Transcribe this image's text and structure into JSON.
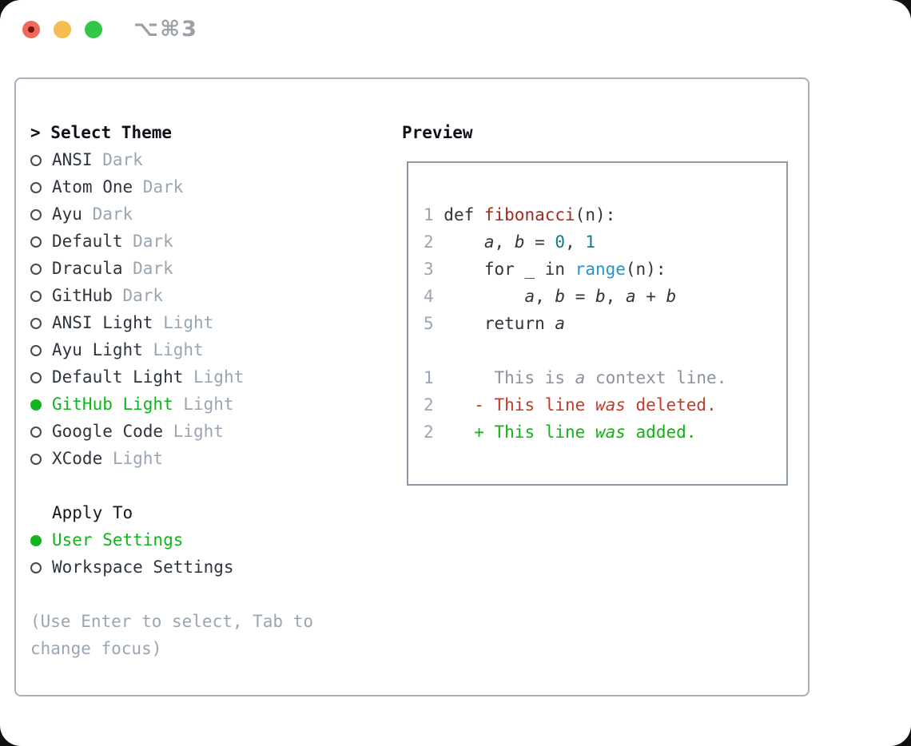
{
  "window": {
    "title": "⌥⌘3",
    "traffic_lights": [
      "close",
      "minimize",
      "zoom"
    ]
  },
  "colors": {
    "selection_green": "#12b41e",
    "muted_gray": "#9aa5b3",
    "text_dark": "#2e353c",
    "panel_border": "#a7b0bc",
    "preview_border": "#8e99a6",
    "function_red": "#a8271d",
    "number_teal": "#0e7e8a",
    "builtin_blue": "#2196ce",
    "context_gray": "#8b929b",
    "deleted_red": "#c43a22",
    "added_green": "#0fb512",
    "traffic_red": "#ee6a5e",
    "traffic_yellow": "#f5bd4f",
    "traffic_green": "#33c748"
  },
  "panel": {
    "select": {
      "prompt": "> ",
      "header": "Select Theme",
      "themes": [
        {
          "name": "ANSI",
          "variant": "Dark",
          "selected": false
        },
        {
          "name": "Atom One",
          "variant": "Dark",
          "selected": false
        },
        {
          "name": "Ayu",
          "variant": "Dark",
          "selected": false
        },
        {
          "name": "Default",
          "variant": "Dark",
          "selected": false
        },
        {
          "name": "Dracula",
          "variant": "Dark",
          "selected": false
        },
        {
          "name": "GitHub",
          "variant": "Dark",
          "selected": false
        },
        {
          "name": "ANSI Light",
          "variant": "Light",
          "selected": false
        },
        {
          "name": "Ayu Light",
          "variant": "Light",
          "selected": false
        },
        {
          "name": "Default Light",
          "variant": "Light",
          "selected": false
        },
        {
          "name": "GitHub Light",
          "variant": "Light",
          "selected": true
        },
        {
          "name": "Google Code",
          "variant": "Light",
          "selected": false
        },
        {
          "name": "XCode",
          "variant": "Light",
          "selected": false
        }
      ]
    },
    "apply_to": {
      "header": "Apply To",
      "options": [
        {
          "name": "User Settings",
          "selected": true
        },
        {
          "name": "Workspace Settings",
          "selected": false
        }
      ]
    },
    "help_lines": [
      "(Use Enter to select, Tab to",
      "change focus)"
    ],
    "preview": {
      "header": "Preview",
      "code_lines": [
        {
          "num": "1",
          "tokens": [
            {
              "t": " def ",
              "c": "fg"
            },
            {
              "t": "fibonacci",
              "c": "fn"
            },
            {
              "t": "(n):",
              "c": "fg"
            }
          ]
        },
        {
          "num": "2",
          "tokens": [
            {
              "t": "     ",
              "c": "fg"
            },
            {
              "t": "a",
              "c": "fg",
              "i": true
            },
            {
              "t": ", ",
              "c": "fg"
            },
            {
              "t": "b",
              "c": "fg",
              "i": true
            },
            {
              "t": " = ",
              "c": "fg"
            },
            {
              "t": "0",
              "c": "num"
            },
            {
              "t": ", ",
              "c": "fg"
            },
            {
              "t": "1",
              "c": "num"
            }
          ]
        },
        {
          "num": "3",
          "tokens": [
            {
              "t": "     for _ in ",
              "c": "fg"
            },
            {
              "t": "range",
              "c": "bi"
            },
            {
              "t": "(n):",
              "c": "fg"
            }
          ]
        },
        {
          "num": "4",
          "tokens": [
            {
              "t": "         ",
              "c": "fg"
            },
            {
              "t": "a",
              "c": "fg",
              "i": true
            },
            {
              "t": ", ",
              "c": "fg"
            },
            {
              "t": "b",
              "c": "fg",
              "i": true
            },
            {
              "t": " = ",
              "c": "fg"
            },
            {
              "t": "b",
              "c": "fg",
              "i": true
            },
            {
              "t": ", ",
              "c": "fg"
            },
            {
              "t": "a",
              "c": "fg",
              "i": true
            },
            {
              "t": " + ",
              "c": "fg"
            },
            {
              "t": "b",
              "c": "fg",
              "i": true
            }
          ]
        },
        {
          "num": "5",
          "tokens": [
            {
              "t": "     return ",
              "c": "fg"
            },
            {
              "t": "a",
              "c": "fg",
              "i": true
            }
          ]
        },
        {
          "num": "",
          "tokens": []
        },
        {
          "num": "1",
          "tokens": [
            {
              "t": "      This is ",
              "c": "ctx"
            },
            {
              "t": "a",
              "c": "ctx",
              "i": true
            },
            {
              "t": " context line.",
              "c": "ctx"
            }
          ]
        },
        {
          "num": "2",
          "tokens": [
            {
              "t": "    - This line ",
              "c": "del"
            },
            {
              "t": "was",
              "c": "del",
              "i": true
            },
            {
              "t": " deleted.",
              "c": "del"
            }
          ]
        },
        {
          "num": "2",
          "tokens": [
            {
              "t": "    + This line ",
              "c": "add"
            },
            {
              "t": "was",
              "c": "add",
              "i": true
            },
            {
              "t": " added.",
              "c": "add"
            }
          ]
        }
      ]
    }
  }
}
